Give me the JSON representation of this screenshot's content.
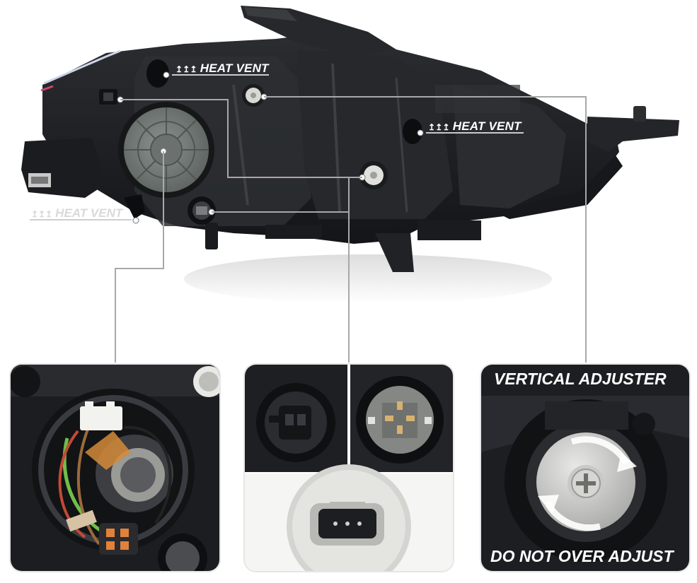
{
  "callouts": {
    "heat_vent_top": "HEAT VENT",
    "heat_vent_right": "HEAT VENT",
    "heat_vent_left": "HEAT VENT"
  },
  "panels": {
    "vertical_adjuster_title": "VERTICAL ADJUSTER",
    "do_not_over_adjust": "DO NOT OVER ADJUST"
  },
  "colors": {
    "housing": "#1d1e21",
    "housing_light": "#3a3c40",
    "callout_line": "#9a9a9a",
    "text_light": "#ffffff",
    "cap_gray": "#6f7673",
    "connector_orange": "#e2823a"
  }
}
